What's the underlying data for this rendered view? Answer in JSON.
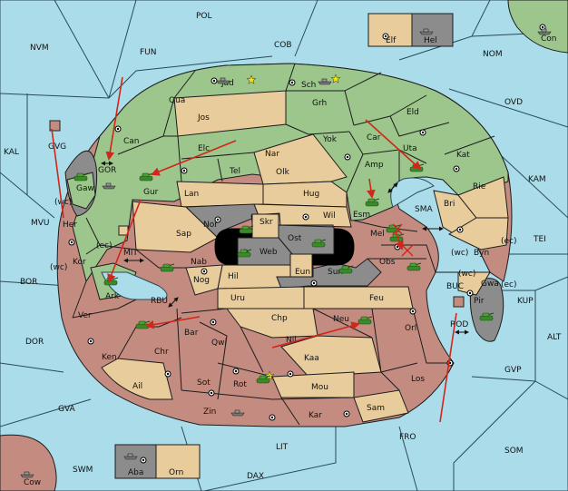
{
  "colors": {
    "sea": "#aadcea",
    "green": "#9cc68c",
    "pink": "#c48c80",
    "tan": "#e8cc9c",
    "gray": "#8c8c8c",
    "move": "#d0261c",
    "army": "#3a8a2a"
  },
  "labels": {
    "pol": "POL",
    "nvm": "NVM",
    "fun": "FUN",
    "cob": "COB",
    "nom": "NOM",
    "ovd": "OVD",
    "kal": "KAL",
    "kam": "KAM",
    "tei": "TEI",
    "mvu": "MVU",
    "bor": "BOR",
    "kup": "KUP",
    "alt": "ALT",
    "dor": "DOR",
    "gvp": "GVP",
    "gva": "GVA",
    "fro": "FRO",
    "som": "SOM",
    "lit": "LIT",
    "swm": "SWM",
    "dax": "DAX",
    "sma": "SMA",
    "mit": "MIT",
    "gor": "GOR",
    "rbu": "RBU",
    "buc": "BUC",
    "rod": "ROD",
    "jad": "Jad",
    "sch": "Sch",
    "qua": "Qua",
    "jos": "Jos",
    "grh": "Grh",
    "eld": "Eld",
    "can": "Can",
    "elc": "Elc",
    "nar": "Nar",
    "yok": "Yok",
    "car": "Car",
    "uta": "Uta",
    "kat": "Kat",
    "gvg": "GVG",
    "gaw": "Gaw",
    "gur": "Gur",
    "tel": "Tel",
    "olk": "Olk",
    "amp": "Amp",
    "rie": "Rie",
    "lan": "Lan",
    "hug": "Hug",
    "bri": "Bri",
    "esm": "Esm",
    "nor": "Nor",
    "skr": "Skr",
    "wil": "Wil",
    "her": "Her",
    "sap": "Sap",
    "ost": "Ost",
    "mel": "Mel",
    "web": "Web",
    "byn": "Byn",
    "kor": "Kor",
    "nab": "Nab",
    "obs": "Obs",
    "eun": "Eun",
    "sun": "Sun",
    "hil": "Hil",
    "gwa": "Gwa",
    "nog": "Nog",
    "pir": "Pir",
    "ark": "Ark",
    "uru": "Uru",
    "feu": "Feu",
    "ver": "Ver",
    "chp": "Chp",
    "neu": "Neu",
    "orl": "Orl",
    "bar": "Bar",
    "qwi": "Qwi",
    "nil": "Nil",
    "ken": "Ken",
    "chr": "Chr",
    "kaa": "Kaa",
    "los": "Los",
    "ail": "Ail",
    "sot": "Sot",
    "rot": "Rot",
    "mou": "Mou",
    "zin": "Zin",
    "kar": "Kar",
    "sam": "Sam",
    "elf": "Elf",
    "hel": "Hel",
    "con": "Con",
    "aba": "Aba",
    "orn": "Orn",
    "cow": "Cow",
    "wc1": "(wc)",
    "ec1": "(ec)",
    "wc2": "(wc)",
    "ec2": "(ec)",
    "wc3": "(wc)",
    "wc4": "(wc)",
    "ec3": "(ec)"
  },
  "icons": {
    "army": "tank-icon",
    "fleet": "ship-icon",
    "supply": "supply-center-icon",
    "home": "star-icon",
    "arrow": "double-arrow-icon"
  }
}
